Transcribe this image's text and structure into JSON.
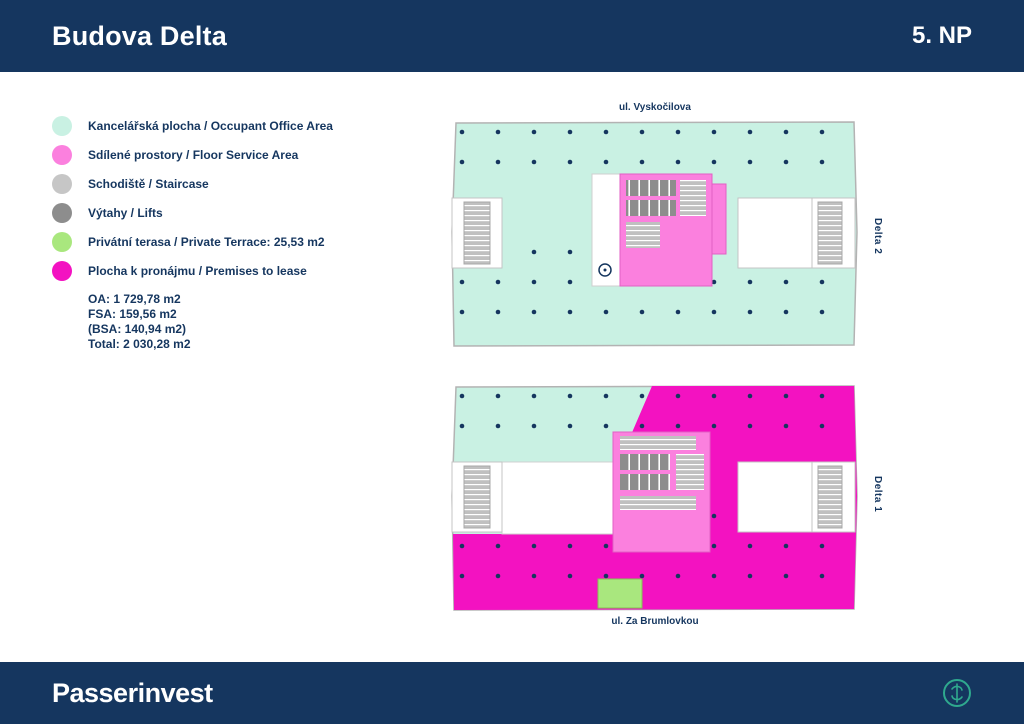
{
  "header": {
    "title": "Budova Delta",
    "floor_label": "5. NP"
  },
  "legend": {
    "items": [
      {
        "name": "occupant-office-area",
        "label": "Kancelářská plocha / Occupant Office Area",
        "color": "#c9f1e3"
      },
      {
        "name": "floor-service-area",
        "label": "Sdílené prostory / Floor Service Area",
        "color": "#fb80de"
      },
      {
        "name": "staircase",
        "label": "Schodiště / Staircase",
        "color": "#c6c6c6"
      },
      {
        "name": "lifts",
        "label": "Výtahy / Lifts",
        "color": "#8d8d8d"
      },
      {
        "name": "private-terrace",
        "label": "Privátní terasa / Private Terrace: 25,53 m2",
        "color": "#a9e77e"
      },
      {
        "name": "premises-to-lease",
        "label": "Plocha k pronájmu / Premises to lease",
        "color": "#f312c1"
      }
    ],
    "lease_details": [
      "OA: 1 729,78 m2",
      "FSA: 159,56 m2",
      "(BSA: 140,94 m2)",
      "Total: 2 030,28 m2"
    ]
  },
  "plans": {
    "top": {
      "street_label": "ul. Vyskočilova",
      "building_label": "Delta 2"
    },
    "bottom": {
      "street_label": "ul. Za Brumlovkou",
      "building_label": "Delta 1"
    }
  },
  "footer": {
    "brand": "Passerinvest"
  },
  "colors": {
    "navy": "#15365f",
    "office": "#c9f1e3",
    "service": "#fb80de",
    "staircase": "#c6c6c6",
    "lifts": "#8d8d8d",
    "terrace": "#a9e77e",
    "lease": "#f312c1"
  }
}
